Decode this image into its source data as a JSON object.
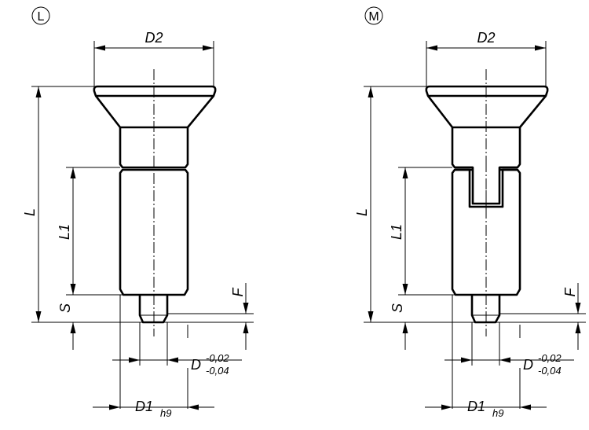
{
  "views": [
    {
      "id": "L",
      "marker": "L",
      "labels": {
        "d2": "D2",
        "l": "L",
        "l1": "L1",
        "s": "S",
        "f": "F",
        "d": "D",
        "d_upper_tol": "-0,02",
        "d_lower_tol": "-0,04",
        "d1": "D1",
        "d1_tol": "h9"
      }
    },
    {
      "id": "M",
      "marker": "M",
      "labels": {
        "d2": "D2",
        "l": "L",
        "l1": "L1",
        "s": "S",
        "f": "F",
        "d": "D",
        "d_upper_tol": "-0,02",
        "d_lower_tol": "-0,04",
        "d1": "D1",
        "d1_tol": "h9"
      }
    }
  ]
}
